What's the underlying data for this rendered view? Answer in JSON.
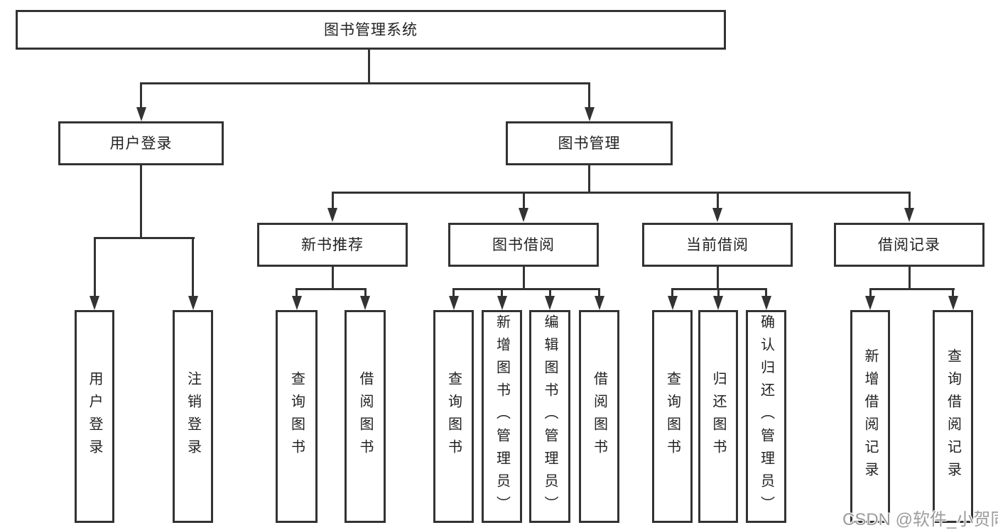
{
  "diagram": {
    "title": "图书管理系统",
    "watermark": "CSDN @软件_小贺同学",
    "colors": {
      "line": "#333333",
      "text": "#222222",
      "watermark": "#9c9c9c",
      "background": "#ffffff"
    },
    "nodes": {
      "root": {
        "label": "图书管理系统",
        "level": 1
      },
      "user_login": {
        "label": "用户登录",
        "level": 2
      },
      "book_mgmt": {
        "label": "图书管理",
        "level": 2
      },
      "new_book_rec": {
        "label": "新书推荐",
        "level": 3
      },
      "book_borrow": {
        "label": "图书借阅",
        "level": 3
      },
      "current_borrow": {
        "label": "当前借阅",
        "level": 3
      },
      "borrow_record": {
        "label": "借阅记录",
        "level": 3
      },
      "leaf_user_login": {
        "label": "用户登录",
        "level": 4
      },
      "leaf_logout": {
        "label": "注销登录",
        "level": 4
      },
      "leaf_nb_query": {
        "label": "查询图书",
        "level": 4
      },
      "leaf_nb_borrow": {
        "label": "借阅图书",
        "level": 4
      },
      "leaf_bb_query": {
        "label": "查询图书",
        "level": 4
      },
      "leaf_bb_add": {
        "label": "新增图书（管理员）",
        "level": 4
      },
      "leaf_bb_edit": {
        "label": "编辑图书（管理员）",
        "level": 4
      },
      "leaf_bb_borrow": {
        "label": "借阅图书",
        "level": 4
      },
      "leaf_cb_query": {
        "label": "查询图书",
        "level": 4
      },
      "leaf_cb_return": {
        "label": "归还图书",
        "level": 4
      },
      "leaf_cb_confirm": {
        "label": "确认归还（管理员）",
        "level": 4
      },
      "leaf_br_add": {
        "label": "新增借阅记录",
        "level": 4
      },
      "leaf_br_query": {
        "label": "查询借阅记录",
        "level": 4
      }
    },
    "edges": [
      {
        "from": "图书管理系统",
        "to": [
          "用户登录",
          "图书管理"
        ]
      },
      {
        "from": "用户登录",
        "to": [
          "用户登录",
          "注销登录"
        ]
      },
      {
        "from": "图书管理",
        "to": [
          "新书推荐",
          "图书借阅",
          "当前借阅",
          "借阅记录"
        ]
      },
      {
        "from": "新书推荐",
        "to": [
          "查询图书",
          "借阅图书"
        ]
      },
      {
        "from": "图书借阅",
        "to": [
          "查询图书",
          "新增图书（管理员）",
          "编辑图书（管理员）",
          "借阅图书"
        ]
      },
      {
        "from": "当前借阅",
        "to": [
          "查询图书",
          "归还图书",
          "确认归还（管理员）"
        ]
      },
      {
        "from": "借阅记录",
        "to": [
          "新增借阅记录",
          "查询借阅记录"
        ]
      }
    ]
  }
}
